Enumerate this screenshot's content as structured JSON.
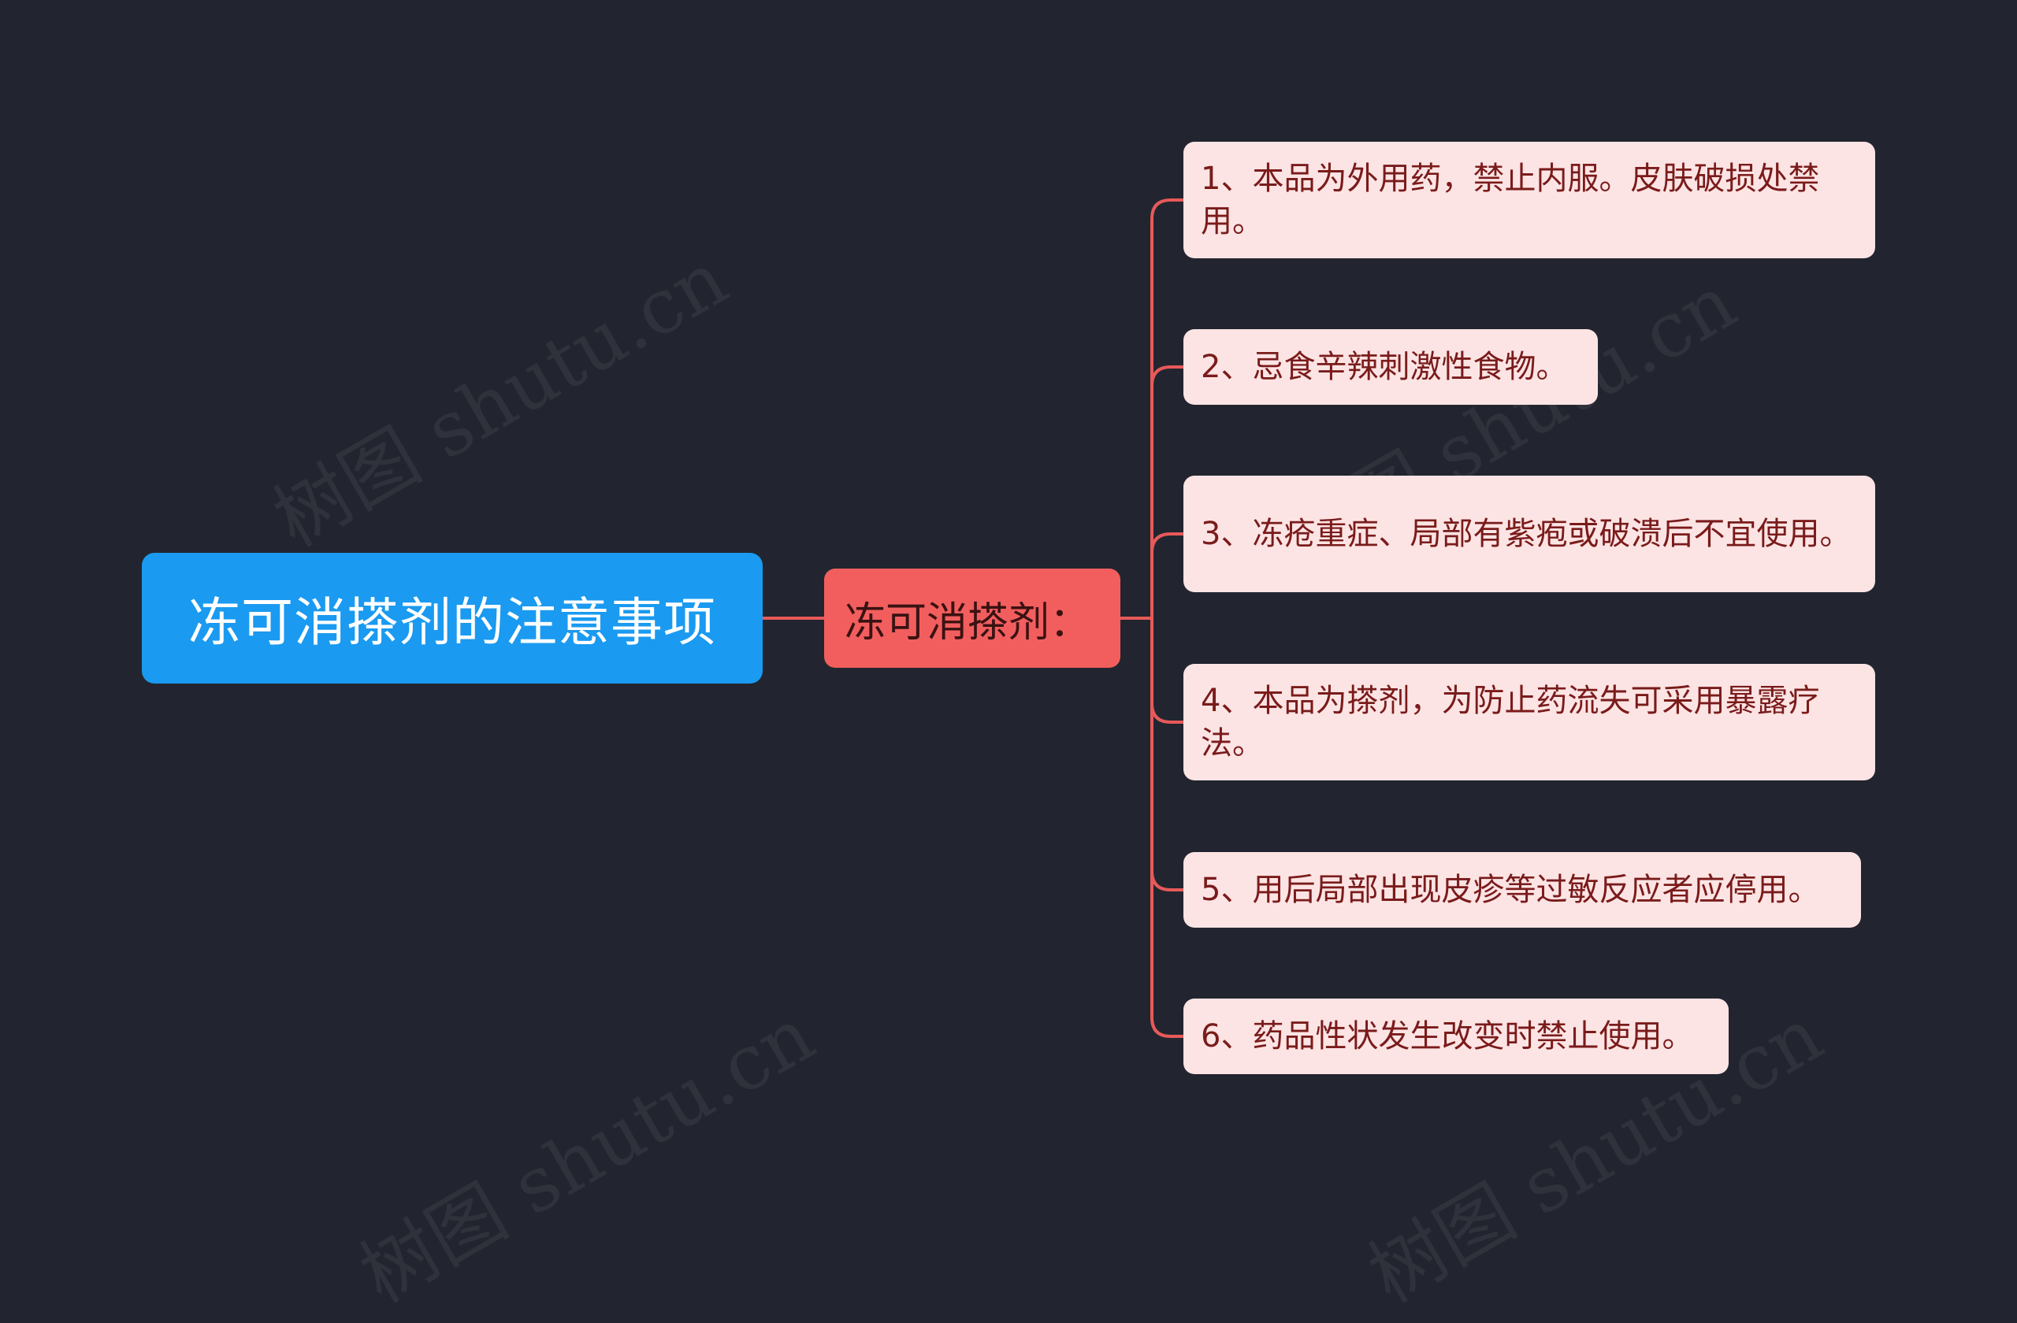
{
  "watermark": "树图 shutu.cn",
  "colors": {
    "background": "#22252f",
    "root_fill": "#1a9af0",
    "mid_fill": "#f25e5e",
    "leaf_fill": "#fde4e4",
    "connector": "#e65a5a"
  },
  "diagram": {
    "root": {
      "label": "冻可消搽剂的注意事项"
    },
    "branch": {
      "label": "冻可消搽剂："
    },
    "items": [
      {
        "label": "1、本品为外用药，禁止内服。皮肤破损处禁用。"
      },
      {
        "label": "2、忌食辛辣刺激性食物。"
      },
      {
        "label": "3、冻疮重症、局部有紫疱或破溃后不宜使用。"
      },
      {
        "label": "4、本品为搽剂，为防止药流失可采用暴露疗法。"
      },
      {
        "label": "5、用后局部出现皮疹等过敏反应者应停用。"
      },
      {
        "label": "6、药品性状发生改变时禁止使用。"
      }
    ]
  }
}
